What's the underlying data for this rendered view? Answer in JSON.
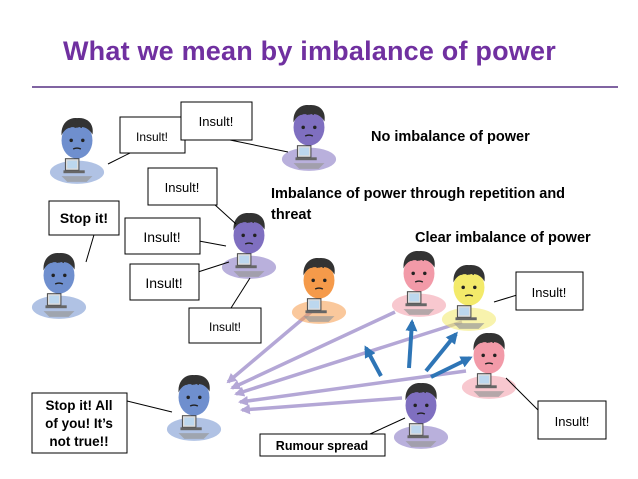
{
  "title": "What we mean by imbalance of power",
  "captions": {
    "no_imbalance": "No imbalance of power",
    "repetition": [
      "Imbalance of power through repetition and",
      "threat"
    ],
    "clear": "Clear imbalance of power"
  },
  "bubbles": {
    "insult": "Insult!",
    "stop_it": "Stop it!",
    "stop_all": [
      "Stop it! All",
      "of you! It’s",
      "not true!!"
    ],
    "rumour": "Rumour spread"
  },
  "colors": {
    "title": "#7030a0",
    "arrow_purple": "#b4a7d6",
    "arrow_blue": "#2e75b6",
    "person_blue": "#6f8fce",
    "person_purple": "#7f6fc0",
    "person_orange": "#f59a4a",
    "person_pink": "#f29aa8",
    "person_yellow": "#f3ea6a"
  }
}
